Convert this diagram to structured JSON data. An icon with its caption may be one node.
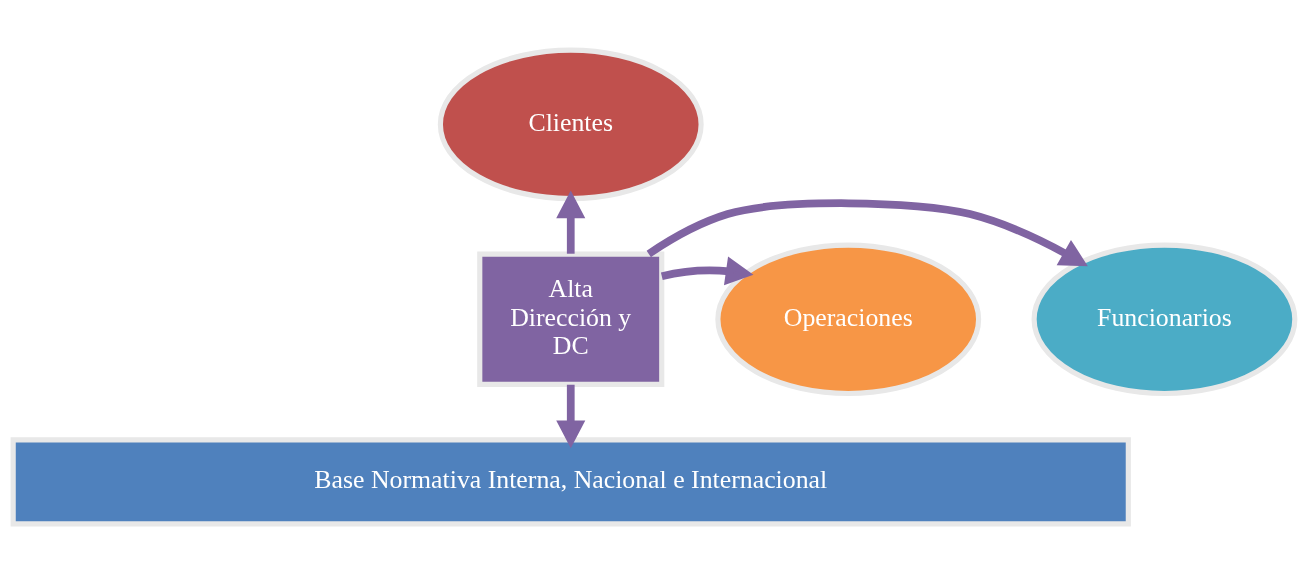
{
  "diagram": {
    "nodes": [
      {
        "text": [
          "Clientes"
        ]
      },
      {
        "text": [
          "Funcionarios"
        ]
      },
      {
        "text": [
          "Alta Dirección y DC"
        ]
      },
      {
        "text": [
          "Operaciones"
        ]
      },
      {
        "text": [
          "Base Normativa Interna, Nacional e Internacional"
        ]
      }
    ],
    "edges": [
      {
        "from": 2,
        "to": 0,
        "arrow": "to"
      },
      {
        "from": 2,
        "to": 1,
        "arrow": "to"
      },
      {
        "from": 2,
        "to": 3,
        "arrow": "to"
      },
      {
        "from": 2,
        "to": 4,
        "arrow": "to"
      }
    ]
  }
}
